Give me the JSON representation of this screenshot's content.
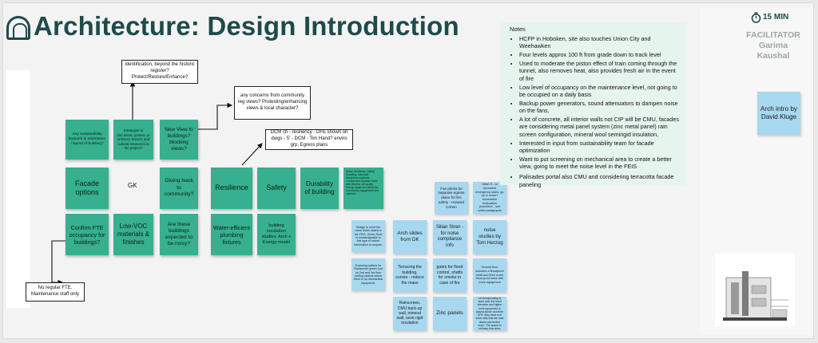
{
  "page": {
    "title": "Architecture: Design Introduction"
  },
  "timer": {
    "label": "15 MIN"
  },
  "facilitator": {
    "label": "FACILITATOR",
    "name_first": "Garima",
    "name_last": "Kaushal",
    "intro_sticky": "Arch intro by David Kluge"
  },
  "notes": {
    "heading": "Notes",
    "items": [
      "HCFP in Hoboken, site also touches Union City and Weehawken",
      "Four levels approx 100 ft from grade down to track level",
      "Used to moderate the piston effect of train coming through the tunnel, also removes heat, also provides fresh air in the event of fire",
      "Low level of occupancy on the maintenance level, not going to be occupied on a daily basis",
      "Backup power generators, sound attenuators to dampen noise on the fans,",
      "A lot of concrete, all interior walls not CIP will be CMU, facades are considering metal panel system (zinc metal panel) rain screen configuration, mineral wool semirigid insulation,",
      "Interested in input from sustainability team for facade optimization",
      "Want to put screening on mechanical area to create a better view, going to meet the noise level in the FEIS",
      "Palisades portal also CMU and considering terracotta facade paneling"
    ]
  },
  "callouts": {
    "identification": "Identification, beyond the historic register? Protect/Restore/Enhance?",
    "concerns": "any concerns from community reg views? Protesting/enhancing views & local character?",
    "dcm": "DCM ch - resiliency - DFE shown on dwgs - 5' - DCM - Tim Hand? enviro grp, Egress plans",
    "no_fte": "No regular FTE. Maintenance staff only"
  },
  "stickies_dark": {
    "sustainability": "Any sustainability features in orientation / layout of building?",
    "strategies": "Strategies to document, protect, or enhance historic and cultural resources to the project?",
    "new_view": "New View to buildings? blocking views?",
    "facade": "Facade options",
    "giving_back": "Giving back to community?",
    "resilience": "Resilience",
    "safety": "Safety",
    "durability": "Durability of building",
    "confirm_fte": "Confirm FTE occupancy for buildings?",
    "low_voc": "Low-VOC materials & finishes",
    "noisy": "Are these buildings expected to be noisy?",
    "water": "Water-efficient plumbing fixtures",
    "insulation": "building insulation studies: Arch + Energy model",
    "tiny_list": "Notes: Resilience, Safety, Durability, Schedule, Hazardous materials, Construction impacts, Noise and vibration, Air quality, Energy usage and efficiency, Community engagement and outreach"
  },
  "gk_label": "GK",
  "stickies_light": {
    "design_meet": "Design to meet the noise levels stated in the FEIS. Green Roof is knowledgeable in this type of further information to acquire.",
    "exploring": "Exploring options for Rainscreen green roof on 2nd and 3rd floor roofing options where there is no mechanical equipment.",
    "fan_plenis": "Fan plenis be separate egress plans for fire safety - Howard Cohen",
    "silian_egress": "Silian S - to document emergency stairs, go up or down? Accessible evacuation procedure - see notes paragraphs",
    "arch_slides": "Arch slides from DK",
    "silian_noise": "Silian Stren - for noise compliance info",
    "noise_studies": "noise studies by Tom Herzog",
    "terracing": "Terracing the building, curves - reduce the mass",
    "gates_flood": "gates for flood control, shafts for smoke in case of fire",
    "ground_floor": "Ground floor includes a floodproof shaft and then a wet flood proof area with more equipment",
    "rainscreen": "Rainscreen, CMU back-up wall, mineral wall, semi rigid insulation",
    "zinc": "Zinc panels",
    "floodproofing": "Let floodproofing is done over the flood elevation and higher level equipment is placed above and then DFE, they have roof solar cells that are said above and further more. The space to ordinary flow area."
  },
  "colors": {
    "title": "#1d4b4a",
    "dark_sticky": "#36b08f",
    "light_sticky": "#a7d8f0",
    "notes_bg": "#e6f4ee",
    "facilitator_text": "#9ea5a5"
  },
  "icons": {
    "logo": "tunnel-logo-icon",
    "timer": "stopwatch-icon"
  }
}
